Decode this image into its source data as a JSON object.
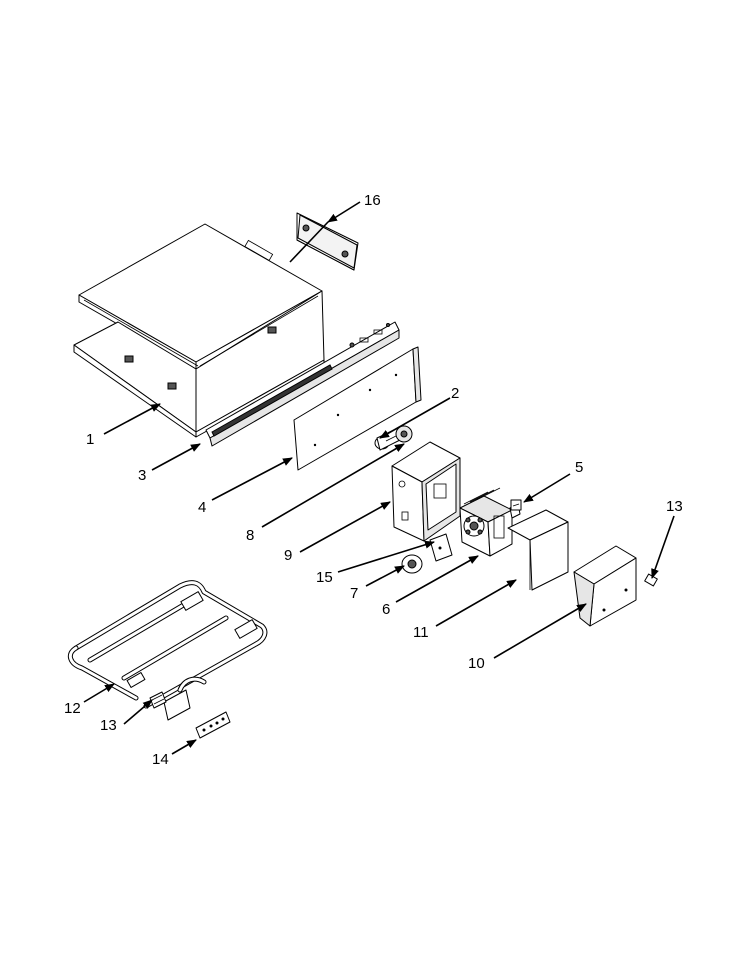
{
  "callouts": [
    {
      "id": "c16",
      "text": "16"
    },
    {
      "id": "c1",
      "text": "1"
    },
    {
      "id": "c2",
      "text": "2"
    },
    {
      "id": "c3",
      "text": "3"
    },
    {
      "id": "c4",
      "text": "4"
    },
    {
      "id": "c8",
      "text": "8"
    },
    {
      "id": "c9",
      "text": "9"
    },
    {
      "id": "c5",
      "text": "5"
    },
    {
      "id": "c13a",
      "text": "13"
    },
    {
      "id": "c15",
      "text": "15"
    },
    {
      "id": "c7",
      "text": "7"
    },
    {
      "id": "c6",
      "text": "6"
    },
    {
      "id": "c11",
      "text": "11"
    },
    {
      "id": "c10",
      "text": "10"
    },
    {
      "id": "c12",
      "text": "12"
    },
    {
      "id": "c13b",
      "text": "13"
    },
    {
      "id": "c14",
      "text": "14"
    }
  ]
}
